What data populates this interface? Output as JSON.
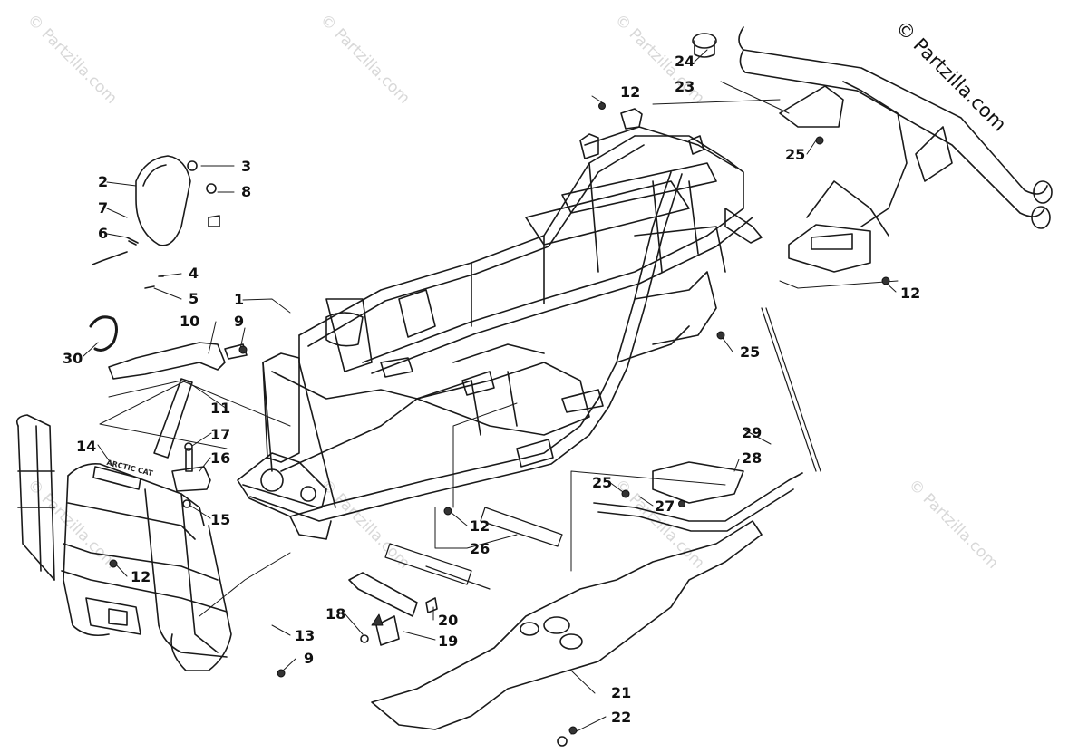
{
  "watermark_text": "© Partzilla.com",
  "copyright": "© Partzilla.com",
  "badge_text": "ARCTIC CAT",
  "callouts": {
    "c1": "1",
    "c2": "2",
    "c3": "3",
    "c4": "4",
    "c5": "5",
    "c6": "6",
    "c7": "7",
    "c8": "8",
    "c9a": "9",
    "c9b": "9",
    "c10": "10",
    "c11": "11",
    "c12a": "12",
    "c12b": "12",
    "c12c": "12",
    "c12d": "12",
    "c13": "13",
    "c14": "14",
    "c15": "15",
    "c16": "16",
    "c17": "17",
    "c18": "18",
    "c19": "19",
    "c20": "20",
    "c21": "21",
    "c22": "22",
    "c23": "23",
    "c24": "24",
    "c25a": "25",
    "c25b": "25",
    "c25c": "25",
    "c26": "26",
    "c27": "27",
    "c28": "28",
    "c29": "29",
    "c30": "30"
  }
}
